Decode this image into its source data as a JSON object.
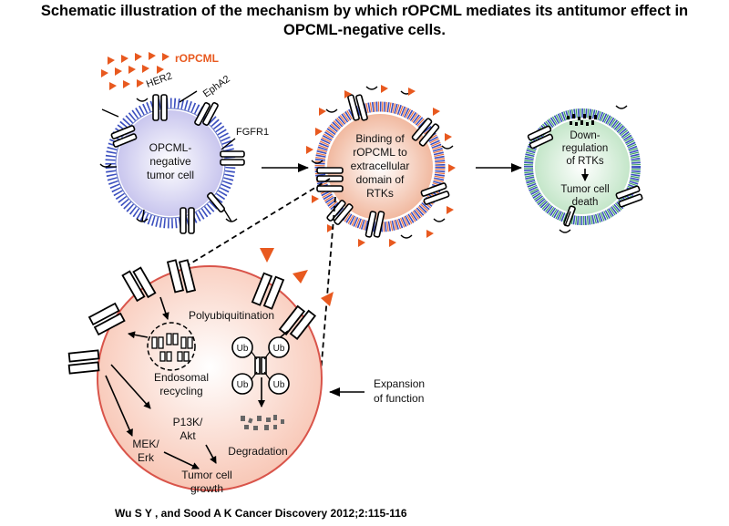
{
  "title_line1": "Schematic illustration of the mechanism by which rOPCML mediates its antitumor effect in",
  "title_line2": "OPCML-negative cells.",
  "ligand_label": "rOPCML",
  "receptors": {
    "her2": "HER2",
    "epha2": "EphA2",
    "fgfr1": "FGFR1"
  },
  "cell1": {
    "line1": "OPCML-",
    "line2": "negative",
    "line3": "tumor cell"
  },
  "cell2": {
    "line1": "Binding of",
    "line2": "rOPCML to",
    "line3": "extracellular",
    "line4": "domain of",
    "line5": "RTKs"
  },
  "cell3": {
    "line1": "Down-",
    "line2": "regulation",
    "line3": "of RTKs",
    "line4": "Tumor cell",
    "line5": "death"
  },
  "zoom": {
    "polyubiquitination": "Polyubiquitination",
    "ub": "Ub",
    "endosomal_line1": "Endosomal",
    "endosomal_line2": "recycling",
    "degradation": "Degradation",
    "p13k_line1": "P13K/",
    "p13k_line2": "Akt",
    "mek_line1": "MEK/",
    "mek_line2": "Erk",
    "growth_line1": "Tumor cell",
    "growth_line2": "growth"
  },
  "expansion": {
    "line1": "Expansion",
    "line2": "of function"
  },
  "citation": "Wu S Y , and Sood A K Cancer Discovery 2012;2:115-116",
  "colors": {
    "ligand_orange": "#e8591f",
    "membrane_blue": "#3b4fbf",
    "cell1_fill": "#dcdaf4",
    "cell2_fill": "#f4cdb8",
    "cell3_fill": "#d3ecd6",
    "cell3_membrane": "#3ca060",
    "zoom_fill": "#fbe2d9",
    "zoom_edge": "#d9544a"
  }
}
